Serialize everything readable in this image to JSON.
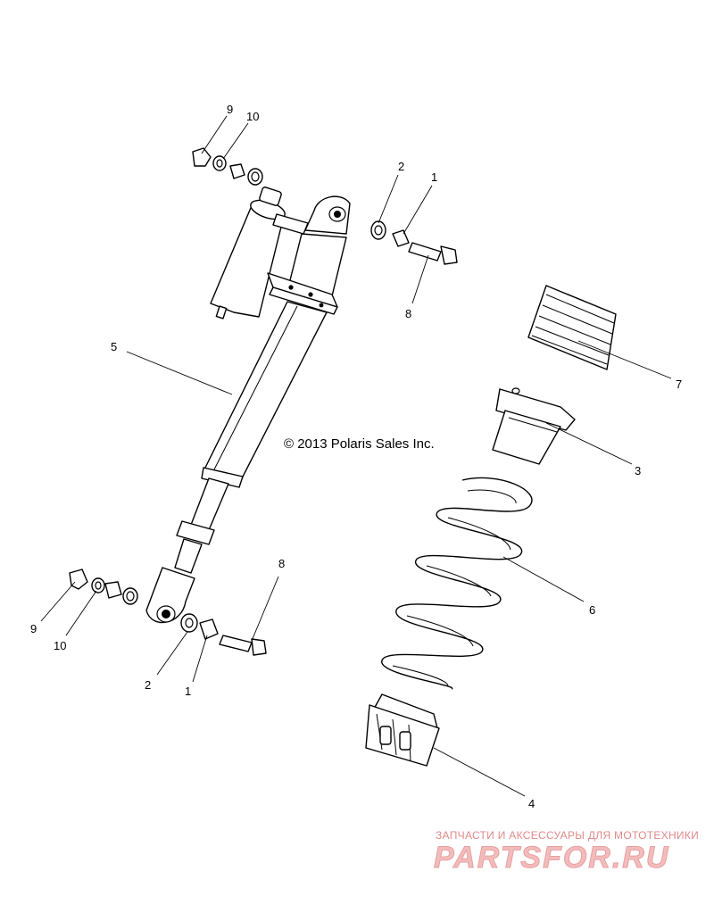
{
  "copyright": "© 2013 Polaris Sales Inc.",
  "watermark": {
    "tagline": "ЗАПЧАСТИ И АКСЕССУАРЫ ДЛЯ МОТОТЕХНИКИ",
    "logo": "PARTSFOR.RU",
    "color": "#e07070"
  },
  "callouts": {
    "top_nut": "9",
    "top_washer": "10",
    "upper_washer": "2",
    "upper_bushing": "1",
    "upper_bolt": "8",
    "shock": "5",
    "bump_stop": "7",
    "upper_retainer": "3",
    "spring": "6",
    "lower_nut": "9",
    "lower_washer": "10",
    "lower_washer_2": "2",
    "lower_bushing": "1",
    "lower_bolt": "8",
    "lower_retainer": "4"
  }
}
